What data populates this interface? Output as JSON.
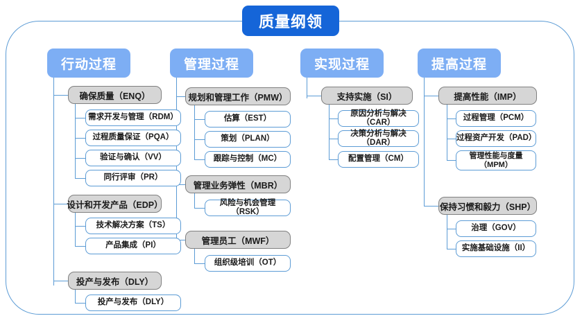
{
  "diagram": {
    "root": {
      "label": "质量纲领"
    },
    "accent_colors": {
      "root_fill": "#1565d8",
      "column_head_fill": "#7daef4",
      "group_fill": "#d6d6d6",
      "group_border": "#7f7f7f",
      "leaf_border": "#5b9bd5",
      "frame_border": "#5b9bd5"
    },
    "columns": [
      {
        "label": "行动过程",
        "groups": [
          {
            "label": "确保质量（ENQ）",
            "children": [
              {
                "label": "需求开发与管理（RDM）"
              },
              {
                "label": "过程质量保证（PQA）"
              },
              {
                "label": "验证与确认（VV）"
              },
              {
                "label": "同行评审（PR）"
              }
            ]
          },
          {
            "label": "设计和开发产品（EDP）",
            "children": [
              {
                "label": "技术解决方案（TS）"
              },
              {
                "label": "产品集成（PI）"
              }
            ]
          },
          {
            "label": "投产与发布（DLY）",
            "children": [
              {
                "label": "投产与发布（DLY）"
              }
            ]
          }
        ]
      },
      {
        "label": "管理过程",
        "groups": [
          {
            "label": "规划和管理工作（PMW）",
            "children": [
              {
                "label": "估算（EST）"
              },
              {
                "label": "策划（PLAN）"
              },
              {
                "label": "跟踪与控制（MC）"
              }
            ]
          },
          {
            "label": "管理业务弹性（MBR）",
            "children": [
              {
                "label": "风险与机会管理（RSK）"
              }
            ]
          },
          {
            "label": "管理员工（MWF）",
            "children": [
              {
                "label": "组织级培训（OT）"
              }
            ]
          }
        ]
      },
      {
        "label": "实现过程",
        "groups": [
          {
            "label": "支持实施（SI）",
            "children": [
              {
                "label": "原因分析与解决（CAR）"
              },
              {
                "label": "决策分析与解决（DAR）"
              },
              {
                "label": "配置管理（CM）"
              }
            ]
          }
        ]
      },
      {
        "label": "提高过程",
        "groups": [
          {
            "label": "提高性能（IMP）",
            "children": [
              {
                "label": "过程管理（PCM）"
              },
              {
                "label": "过程资产开发（PAD）"
              },
              {
                "label": "管理性能与度量（MPM）"
              }
            ]
          },
          {
            "label": "保持习惯和毅力（SHP）",
            "children": [
              {
                "label": "治理（GOV）"
              },
              {
                "label": "实施基础设施（II）"
              }
            ]
          }
        ]
      }
    ]
  }
}
